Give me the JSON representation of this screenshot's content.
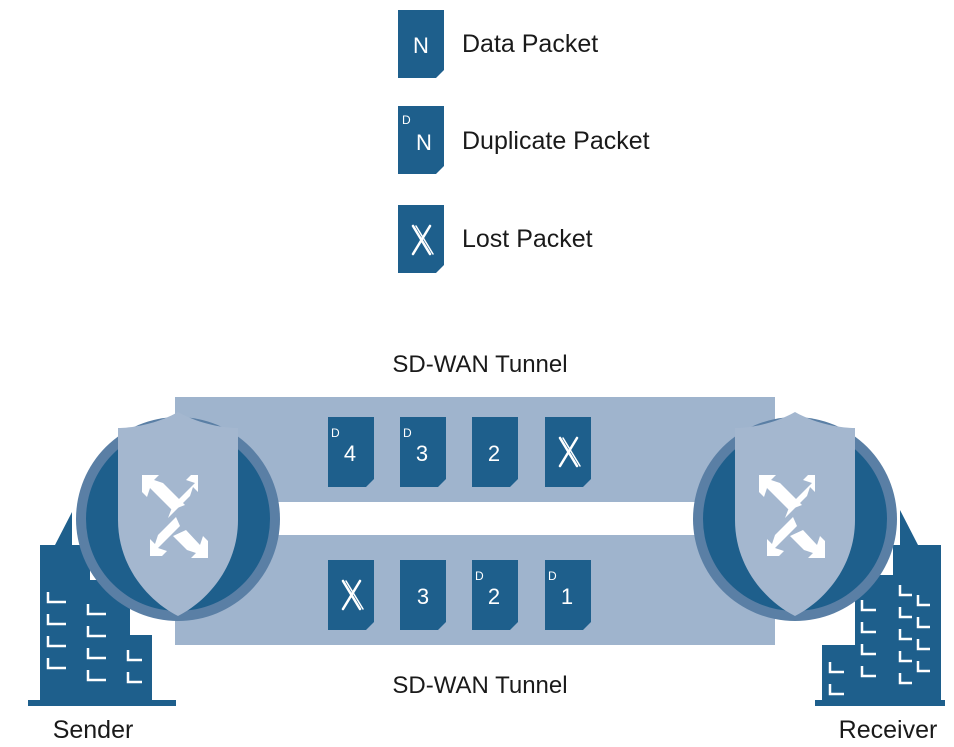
{
  "colors": {
    "packet": "#1e5f8c",
    "tunnel": "#9fb4cd",
    "router_ring": "#1e5f8c",
    "router_outer": "#5a7fa5",
    "shield": "#a4b7cf",
    "building": "#1e5f8c",
    "text": "#1a1a1a"
  },
  "legend": [
    {
      "kind": "data",
      "symbol": "N",
      "label": "Data Packet"
    },
    {
      "kind": "duplicate",
      "symbol": "N",
      "superscript": "D",
      "label": "Duplicate Packet"
    },
    {
      "kind": "lost",
      "symbol": "X",
      "label": "Lost Packet"
    }
  ],
  "tunnels": [
    {
      "label": "SD-WAN Tunnel",
      "packets": [
        {
          "kind": "duplicate",
          "text": "4",
          "superscript": "D"
        },
        {
          "kind": "duplicate",
          "text": "3",
          "superscript": "D"
        },
        {
          "kind": "data",
          "text": "2"
        },
        {
          "kind": "lost",
          "text": "X"
        }
      ]
    },
    {
      "label": "SD-WAN Tunnel",
      "packets": [
        {
          "kind": "lost",
          "text": "X"
        },
        {
          "kind": "data",
          "text": "3"
        },
        {
          "kind": "duplicate",
          "text": "2",
          "superscript": "D"
        },
        {
          "kind": "duplicate",
          "text": "1",
          "superscript": "D"
        }
      ]
    }
  ],
  "endpoints": {
    "sender": "Sender",
    "receiver": "Receiver"
  }
}
